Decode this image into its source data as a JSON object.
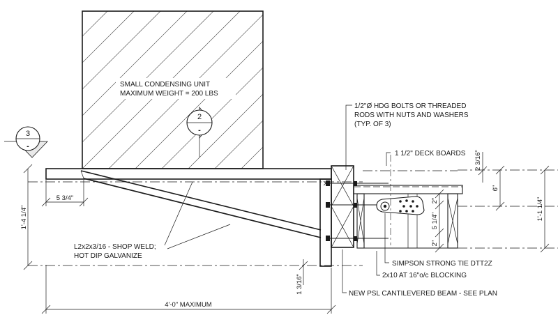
{
  "unit": {
    "line1": "SMALL CONDENSING UNIT",
    "line2": "MAXIMUM WEIGHT = 200 LBS"
  },
  "section_marks": [
    {
      "number": "2",
      "sheet": "-"
    },
    {
      "number": "3",
      "sheet": "-"
    }
  ],
  "notes": {
    "bolts": [
      "1/2\"Ø HDG BOLTS OR THREADED",
      "RODS WITH NUTS AND WASHERS",
      "(TYP. OF 3)"
    ],
    "deck": "1 1/2\" DECK BOARDS",
    "angle": [
      "L2x2x3/16 - SHOP WELD;",
      "HOT DIP GALVANIZE"
    ],
    "tie": "SIMPSON STRONG TIE DTT2Z",
    "joist": "2x10 AT 16\"o/c BLOCKING",
    "beam": "NEW PSL CANTILEVERED BEAM - SEE PLAN"
  },
  "dimensions": {
    "left_height": "1'-4 1/4\"",
    "offset": "5 3/4\"",
    "bottom_offset": "1 3/16\"",
    "length": "4'-0\" MAXIMUM",
    "top_right": "2 3/16\"",
    "six": "6\"",
    "two_top": "2\"",
    "five_quarter": "5 1/4\"",
    "two_bottom": "2\"",
    "right_height": "1'-1 1/4\""
  }
}
